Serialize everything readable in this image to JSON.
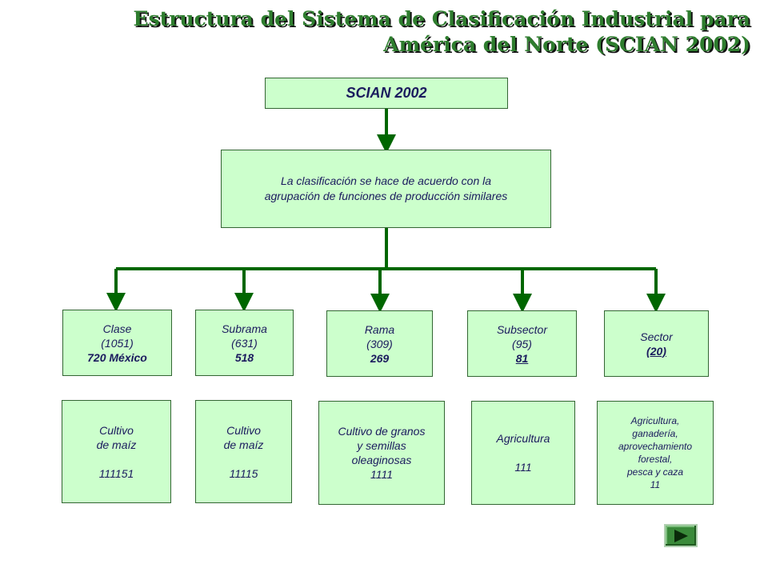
{
  "title": {
    "line1": "Estructura del Sistema de Clasificación Industrial para",
    "line2": "América del Norte  (SCIAN 2002)"
  },
  "root": {
    "label": "SCIAN 2002"
  },
  "description": {
    "line1": "La clasificación se hace de acuerdo con la",
    "line2": "agrupación de funciones de producción similares"
  },
  "levels": [
    {
      "name": "Clase",
      "count": "(1051)",
      "mexico": "720 México"
    },
    {
      "name": "Subrama",
      "count": "(631)",
      "mexico": "518"
    },
    {
      "name": "Rama",
      "count": "(309)",
      "mexico": "269"
    },
    {
      "name": "Subsector",
      "count": "(95)",
      "mexico": "81"
    },
    {
      "name": "Sector",
      "count": "",
      "mexico": "(20)"
    }
  ],
  "examples": [
    {
      "lines": [
        "Cultivo",
        "de maíz",
        "",
        "111151"
      ]
    },
    {
      "lines": [
        "Cultivo",
        "de maíz",
        "",
        "11115"
      ]
    },
    {
      "lines": [
        "Cultivo de granos",
        "y semillas",
        "oleaginosas",
        "1111"
      ]
    },
    {
      "lines": [
        "Agricultura",
        "",
        "111"
      ]
    },
    {
      "lines": [
        "Agricultura,",
        "ganadería,",
        "aprovechamiento",
        "forestal,",
        "pesca y caza",
        "11"
      ]
    }
  ],
  "nav": {
    "icon": "play-arrow-icon"
  },
  "colors": {
    "box_fill": "#ccffcc",
    "connector": "#006600",
    "title": "#2e7d2e",
    "text": "#1a1a5e"
  }
}
